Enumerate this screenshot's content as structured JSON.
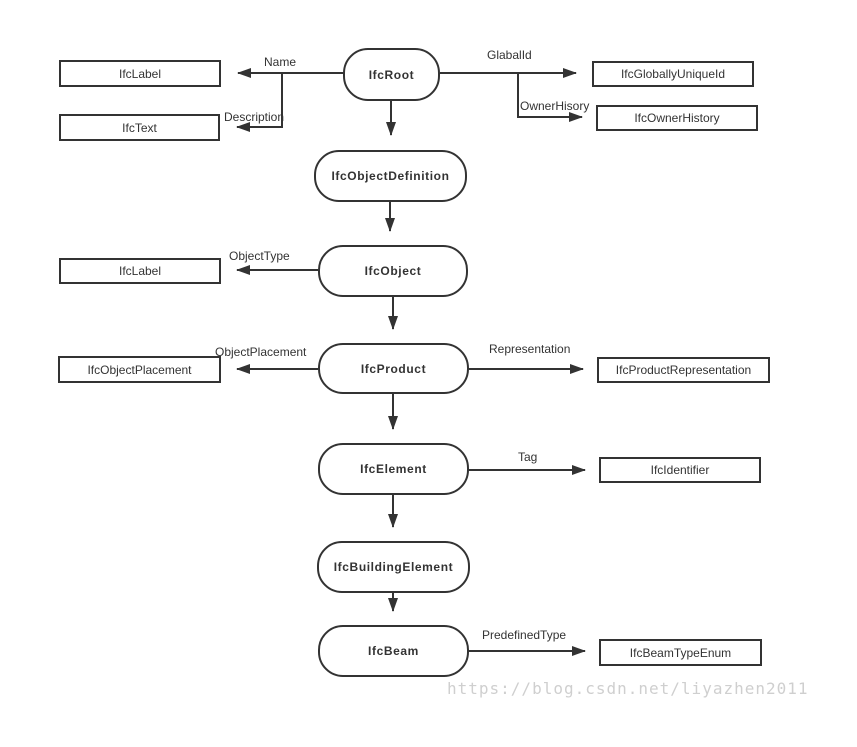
{
  "diagram": {
    "nodes": {
      "root": "IfcRoot",
      "object_definition": "IfcObjectDefinition",
      "object": "IfcObject",
      "product": "IfcProduct",
      "element": "IfcElement",
      "building_element": "IfcBuildingElement",
      "beam": "IfcBeam"
    },
    "type_boxes": {
      "label_name": "IfcLabel",
      "text": "IfcText",
      "globally_unique_id": "IfcGloballyUniqueId",
      "owner_history": "IfcOwnerHistory",
      "label_object_type": "IfcLabel",
      "object_placement": "IfcObjectPlacement",
      "product_representation": "IfcProductRepresentation",
      "identifier": "IfcIdentifier",
      "beam_type_enum": "IfcBeamTypeEnum"
    },
    "edge_labels": {
      "name": "Name",
      "description": "Description",
      "global_id": "GlabalId",
      "owner_history": "OwnerHisory",
      "object_type": "ObjectType",
      "object_placement": "ObjectPlacement",
      "representation": "Representation",
      "tag": "Tag",
      "predefined_type": "PredefinedType"
    },
    "watermark": "https://blog.csdn.net/liyazhen2011",
    "colors": {
      "line": "#333333",
      "node_border": "#333333",
      "text": "#333333",
      "watermark": "#cfcfcf",
      "background": "#ffffff"
    }
  }
}
